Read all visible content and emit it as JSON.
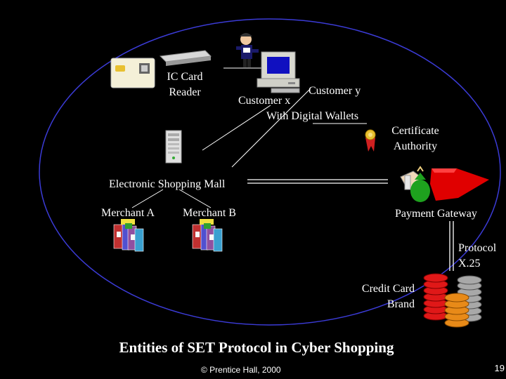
{
  "slide": {
    "title": "Entities of SET Protocol in Cyber Shopping",
    "footer": "© Prentice Hall, 2000",
    "page_number": "19"
  },
  "nodes": {
    "ic_card_reader": {
      "line1": "IC Card",
      "line2": "Reader"
    },
    "customer_y": "Customer y",
    "customer_x": "Customer x",
    "digital_wallets": "With Digital Wallets",
    "certificate_authority": {
      "line1": "Certificate",
      "line2": "Authority"
    },
    "shopping_mall": "Electronic Shopping Mall",
    "merchant_a": "Merchant A",
    "merchant_b": "Merchant B",
    "payment_gateway": "Payment Gateway",
    "protocol": {
      "line1": "Protocol",
      "line2": "X.25"
    },
    "credit_card_brand": {
      "line1": "Credit Card",
      "line2": "Brand"
    }
  },
  "colors": {
    "background": "#000000",
    "ellipse": "#3b3bd6",
    "line": "#ffffff",
    "gateway_red": "#e00000",
    "money_green": "#1ea11e"
  }
}
